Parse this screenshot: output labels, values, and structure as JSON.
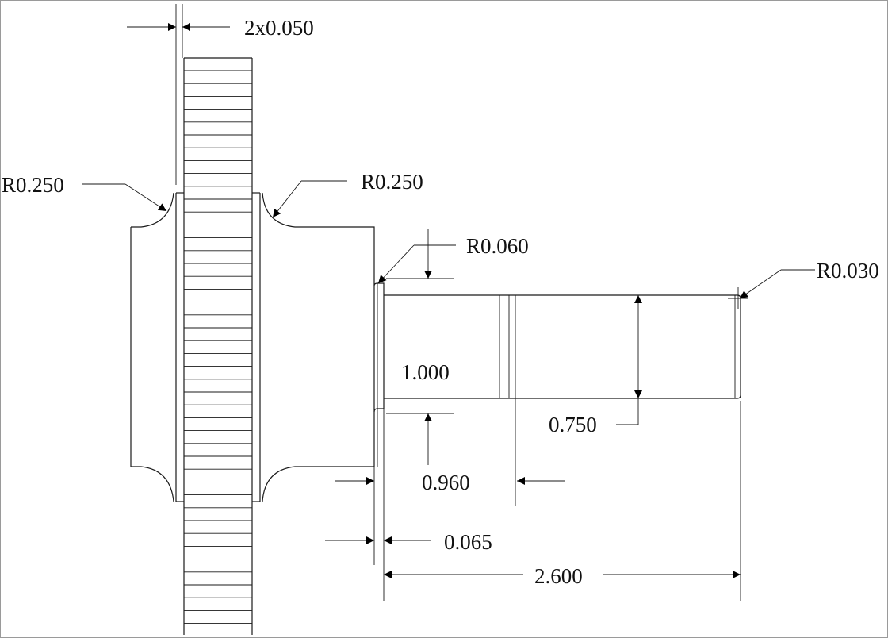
{
  "drawing": {
    "line_color": "#1a1a1a",
    "background": "#ffffff",
    "dimensions": {
      "gear_width": "2x0.050",
      "radius_left": "R0.250",
      "radius_right": "R0.250",
      "radius_shoulder": "R0.060",
      "radius_tip": "R0.030",
      "shaft_diameter": "1.000",
      "reduced_diameter": "0.750",
      "hub_diameter": "0.960",
      "shoulder_width": "0.065",
      "shaft_length": "2.600"
    }
  }
}
